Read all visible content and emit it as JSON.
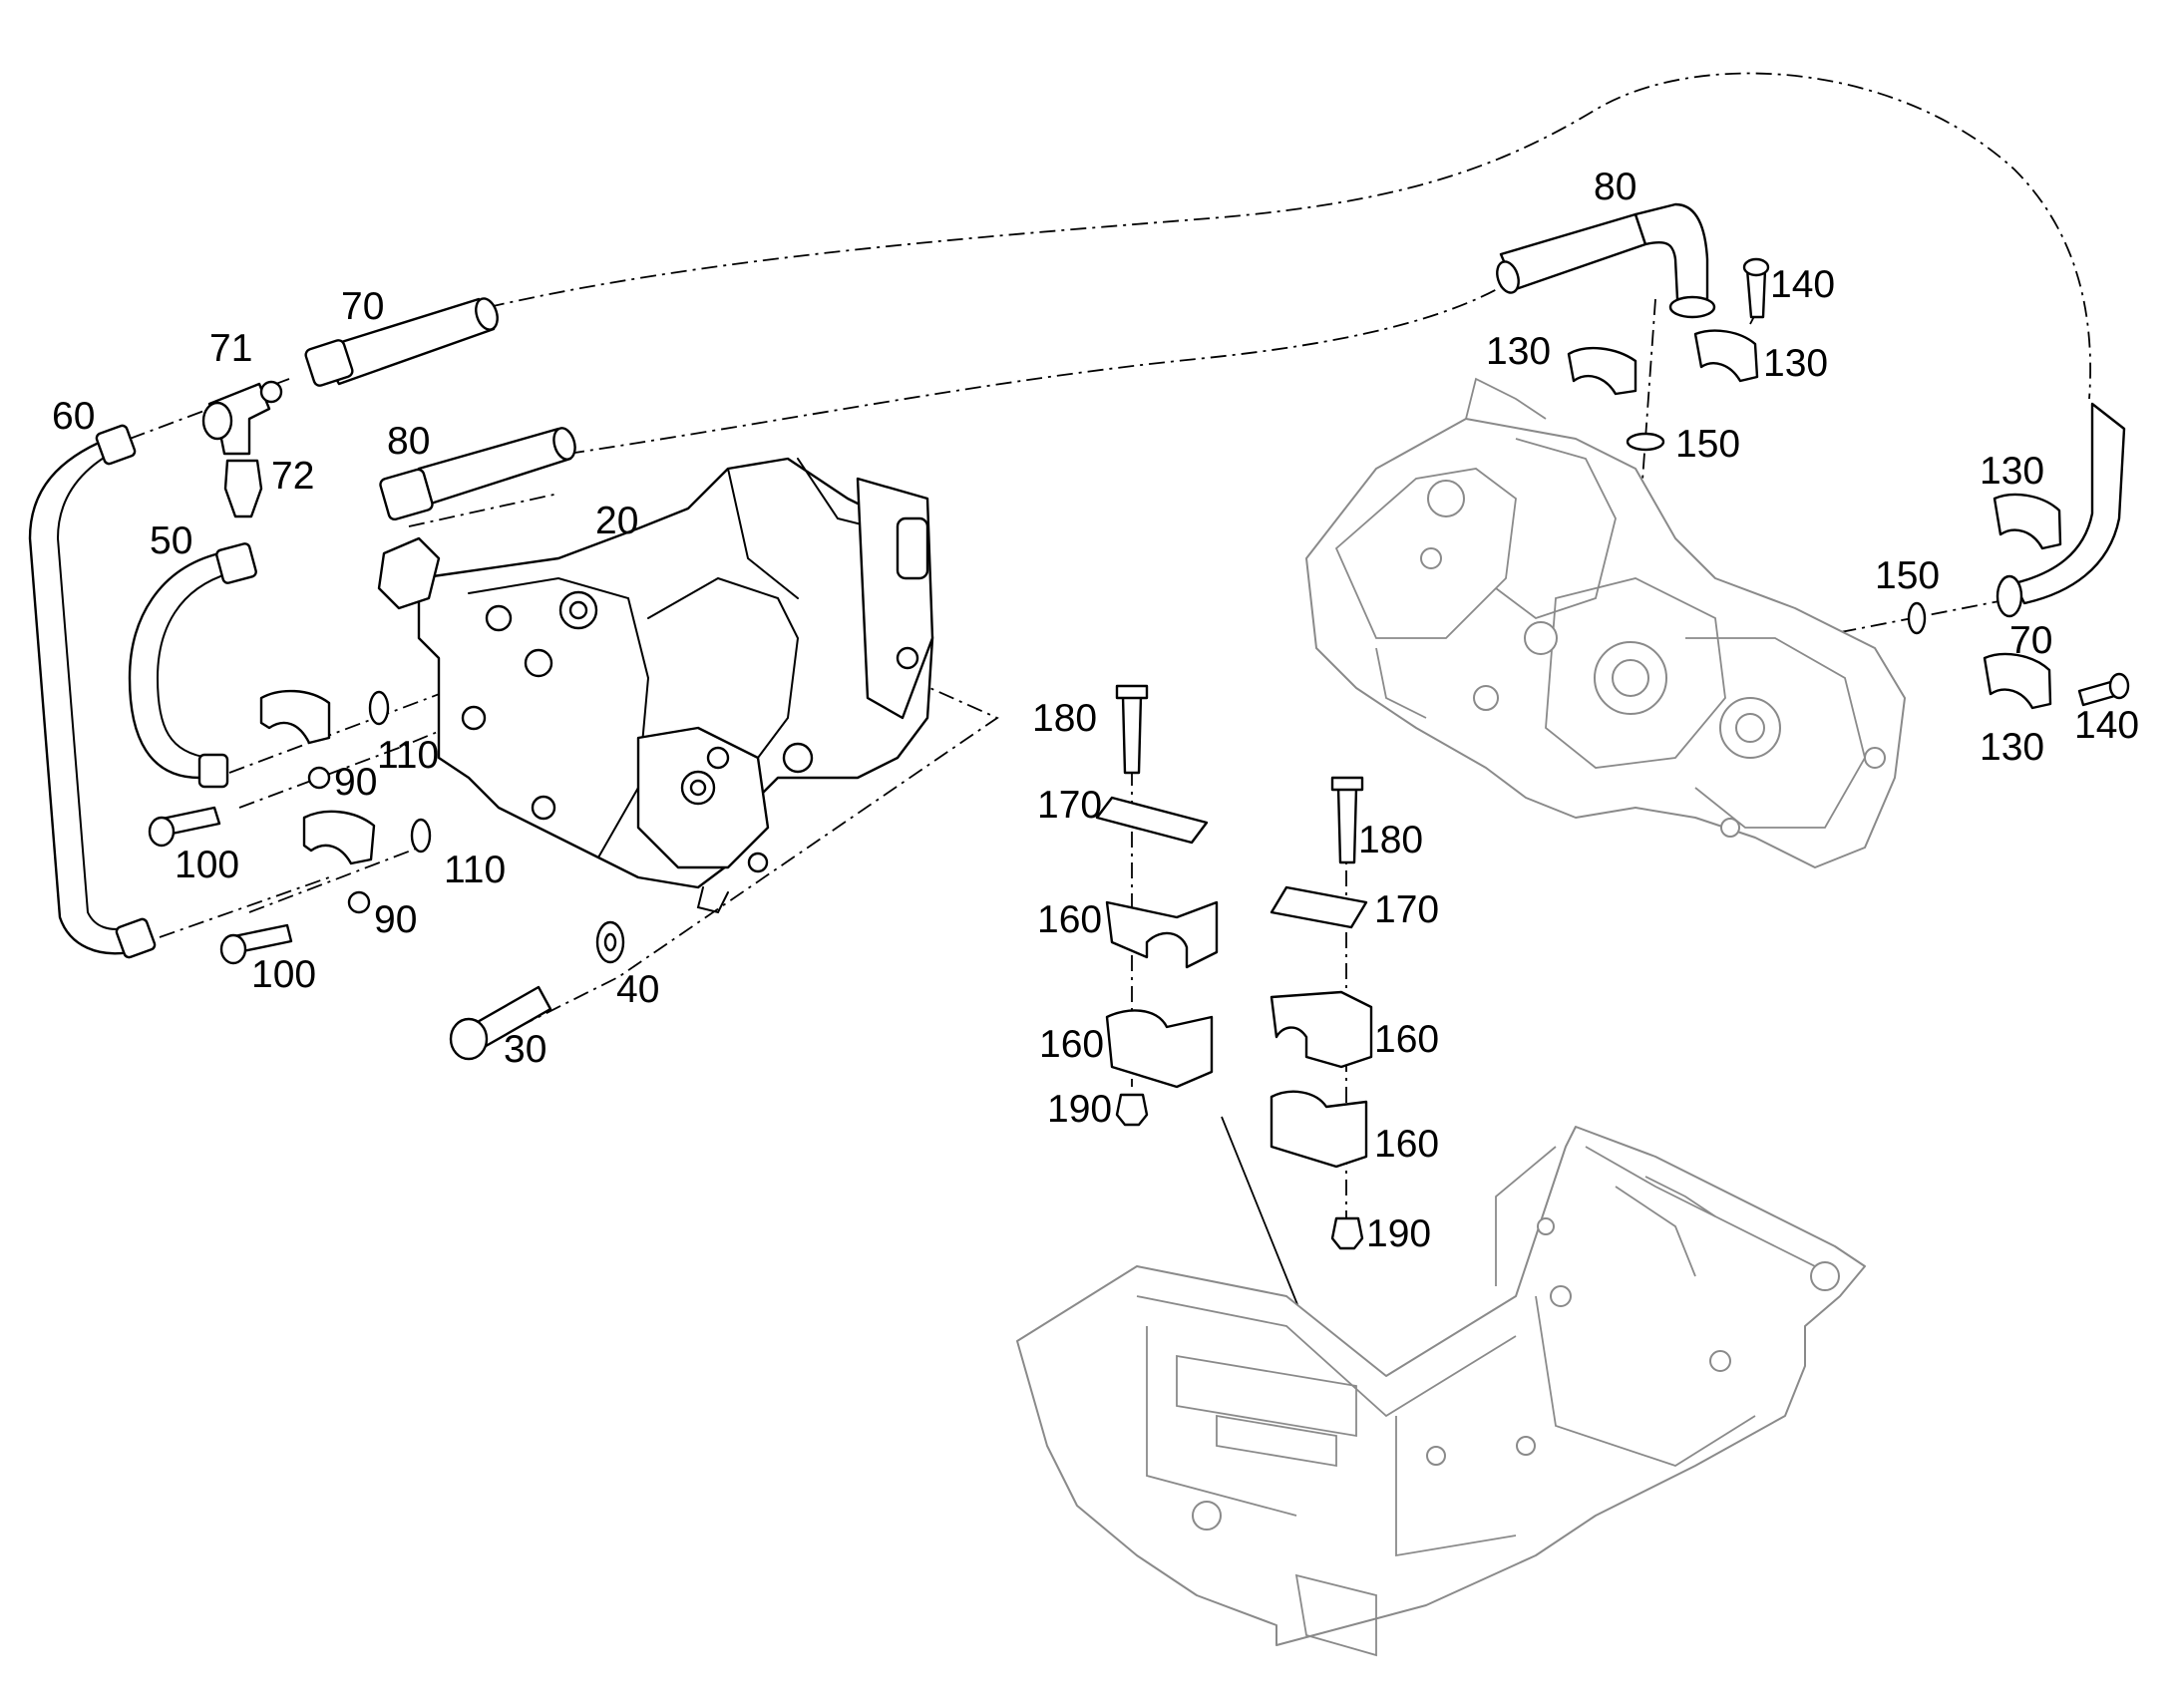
{
  "callouts": [
    {
      "id": "c20",
      "text": "20"
    },
    {
      "id": "c30",
      "text": "30"
    },
    {
      "id": "c40",
      "text": "40"
    },
    {
      "id": "c50",
      "text": "50"
    },
    {
      "id": "c60",
      "text": "60"
    },
    {
      "id": "c70a",
      "text": "70"
    },
    {
      "id": "c70b",
      "text": "70"
    },
    {
      "id": "c71",
      "text": "71"
    },
    {
      "id": "c72",
      "text": "72"
    },
    {
      "id": "c80a",
      "text": "80"
    },
    {
      "id": "c80b",
      "text": "80"
    },
    {
      "id": "c90a",
      "text": "90"
    },
    {
      "id": "c90b",
      "text": "90"
    },
    {
      "id": "c100a",
      "text": "100"
    },
    {
      "id": "c100b",
      "text": "100"
    },
    {
      "id": "c110a",
      "text": "110"
    },
    {
      "id": "c110b",
      "text": "110"
    },
    {
      "id": "c130a",
      "text": "130"
    },
    {
      "id": "c130b",
      "text": "130"
    },
    {
      "id": "c130c",
      "text": "130"
    },
    {
      "id": "c130d",
      "text": "130"
    },
    {
      "id": "c140a",
      "text": "140"
    },
    {
      "id": "c140b",
      "text": "140"
    },
    {
      "id": "c150a",
      "text": "150"
    },
    {
      "id": "c150b",
      "text": "150"
    },
    {
      "id": "c160a",
      "text": "160"
    },
    {
      "id": "c160b",
      "text": "160"
    },
    {
      "id": "c160c",
      "text": "160"
    },
    {
      "id": "c160d",
      "text": "160"
    },
    {
      "id": "c170a",
      "text": "170"
    },
    {
      "id": "c170b",
      "text": "170"
    },
    {
      "id": "c180a",
      "text": "180"
    },
    {
      "id": "c180b",
      "text": "180"
    },
    {
      "id": "c190a",
      "text": "190"
    },
    {
      "id": "c190b",
      "text": "190"
    }
  ],
  "colors": {
    "ink": "#000000",
    "ghost": "#8a8a8a",
    "background": "#ffffff"
  }
}
